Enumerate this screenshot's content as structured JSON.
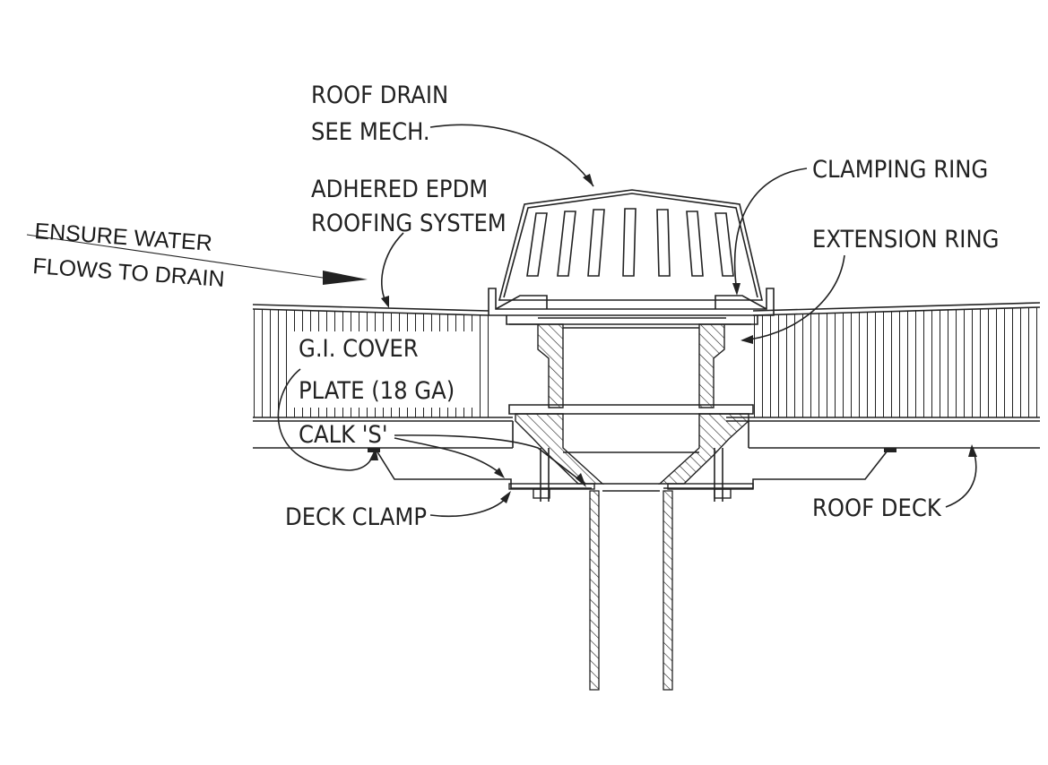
{
  "labels": {
    "roof_drain_1": "ROOF DRAIN",
    "roof_drain_2": "SEE MECH.",
    "adhered_1": "ADHERED EPDM",
    "adhered_2": "ROOFING SYSTEM",
    "clamping_ring": "CLAMPING RING",
    "extension_ring": "EXTENSION RING",
    "ensure_1": "ENSURE WATER",
    "ensure_2": "FLOWS TO DRAIN",
    "gi_cover_1": "G.I. COVER",
    "gi_cover_2": "PLATE (18 GA)",
    "calk": "CALK 'S'",
    "deck_clamp": "DECK CLAMP",
    "roof_deck": "ROOF DECK"
  },
  "colors": {
    "line": "#222222",
    "background": "#ffffff"
  }
}
